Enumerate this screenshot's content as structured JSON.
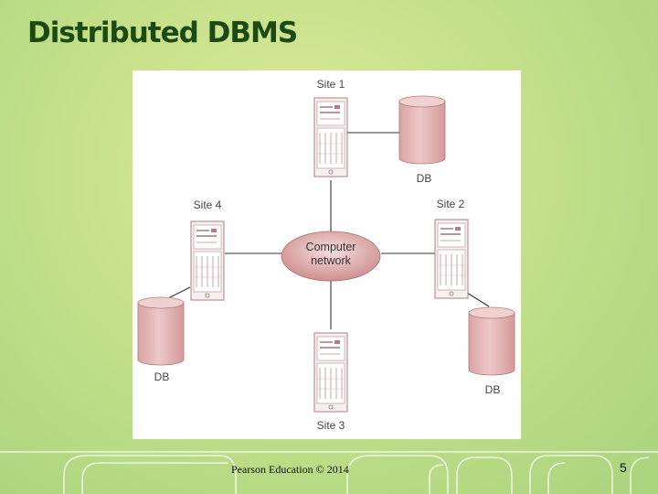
{
  "slide": {
    "title": "Distributed DBMS",
    "footer": "Pearson Education © 2014",
    "page_number": "5"
  },
  "diagram": {
    "network_label_line1": "Computer",
    "network_label_line2": "network",
    "sites": [
      {
        "label": "Site 1",
        "db_label": "DB"
      },
      {
        "label": "Site 2",
        "db_label": "DB"
      },
      {
        "label": "Site 3"
      },
      {
        "label": "Site 4",
        "db_label": "DB"
      }
    ],
    "colors": {
      "server_fill": "#f4eded",
      "server_stroke": "#b08080",
      "db_fill": "#e5b5b5",
      "db_top": "#f1d0d0",
      "network_fill": "#d49a9a",
      "connector": "#333333"
    }
  }
}
